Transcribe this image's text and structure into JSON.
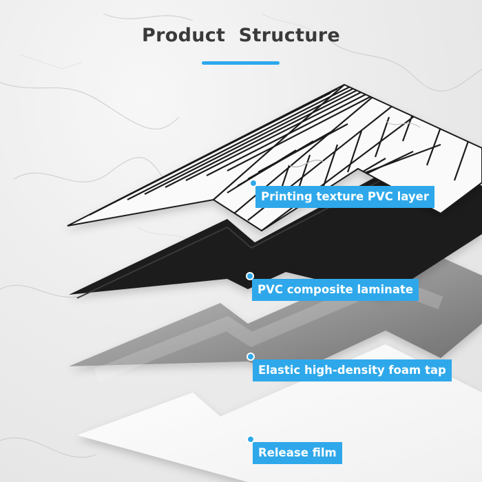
{
  "title": "Product  Structure",
  "colors": {
    "accent": "#2ea8ea",
    "title_text": "#3a3a3a",
    "pvc_black": "#1f1f1f",
    "tile_white": "#fafafa",
    "grout": "#1a1a1a"
  },
  "layers": [
    {
      "label": "Printing texture PVC layer"
    },
    {
      "label": "PVC composite laminate"
    },
    {
      "label": "Elastic high-density foam tap"
    },
    {
      "label": "Release film"
    }
  ]
}
